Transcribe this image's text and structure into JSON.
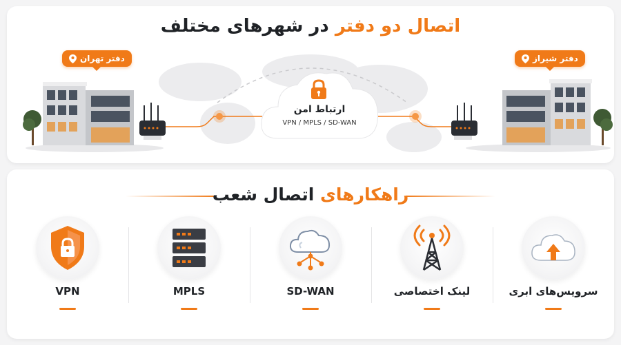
{
  "header": {
    "title_highlight": "اتصال دو دفتر",
    "title_rest": " در شهرهای مختلف"
  },
  "offices": {
    "left_label": "دفتر تهران",
    "right_label": "دفتر شیراز"
  },
  "link": {
    "title": "ارتباط امن",
    "subtitle": "VPN / MPLS / SD-WAN"
  },
  "solutions": {
    "title_highlight": "راهکارهای",
    "title_rest": " اتصال شعب",
    "items": [
      {
        "label": "VPN",
        "icon": "shield-lock-icon"
      },
      {
        "label": "MPLS",
        "icon": "server-stack-icon"
      },
      {
        "label": "SD-WAN",
        "icon": "cloud-network-icon"
      },
      {
        "label": "لینک اختصاصی",
        "icon": "antenna-tower-icon"
      },
      {
        "label": "سرویس‌های ابری",
        "icon": "cloud-upload-icon"
      }
    ]
  },
  "colors": {
    "accent": "#f07a18",
    "text": "#1f2226",
    "background": "#f4f4f5"
  }
}
